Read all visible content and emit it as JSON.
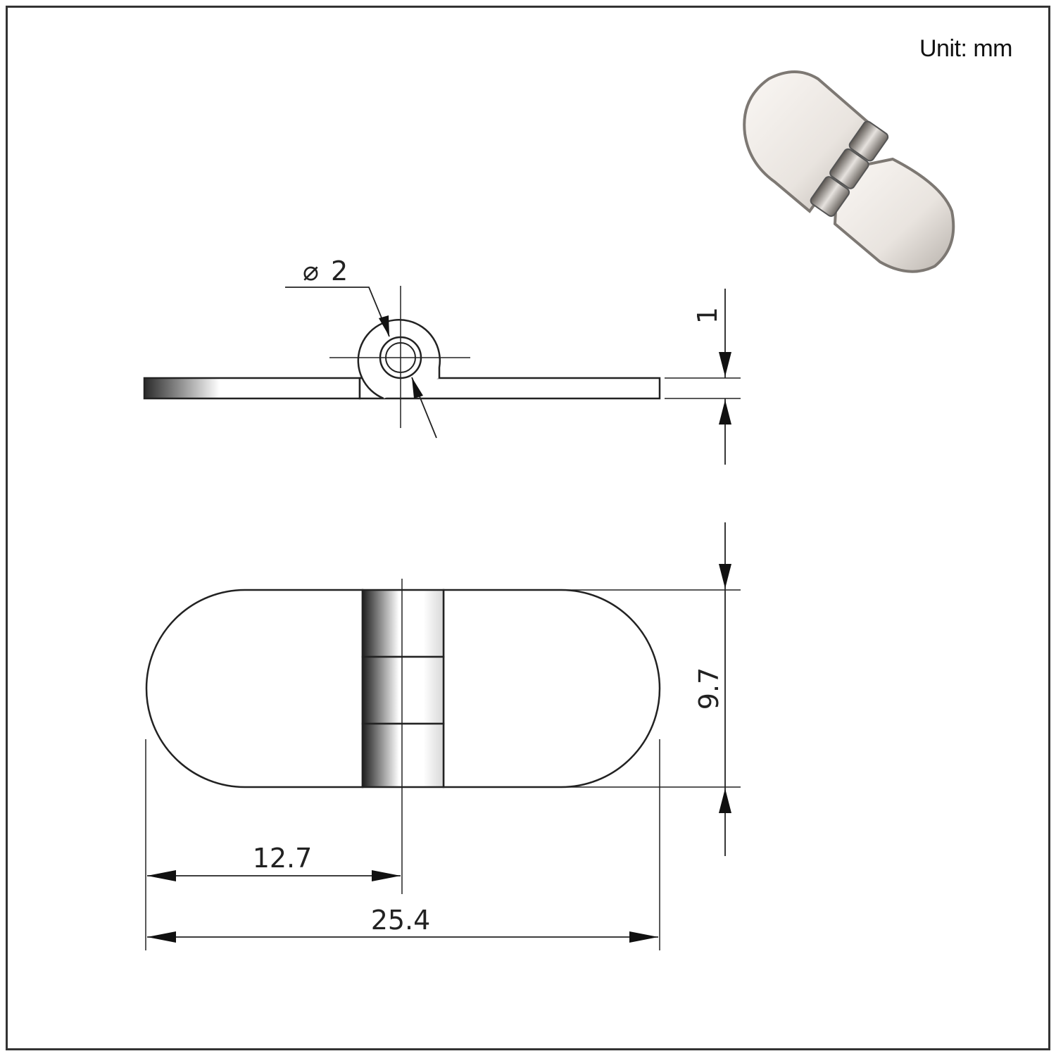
{
  "unit_label": "Unit: mm",
  "dimensions": {
    "pin_diameter": "2",
    "thickness": "1",
    "height": "9.7",
    "half_length": "12.7",
    "total_length": "25.4"
  },
  "colors": {
    "line": "#333333",
    "steel_light": "#f2efec",
    "steel_dark": "#8a8580"
  },
  "icons": {
    "diameter_symbol": "diameter-icon"
  }
}
